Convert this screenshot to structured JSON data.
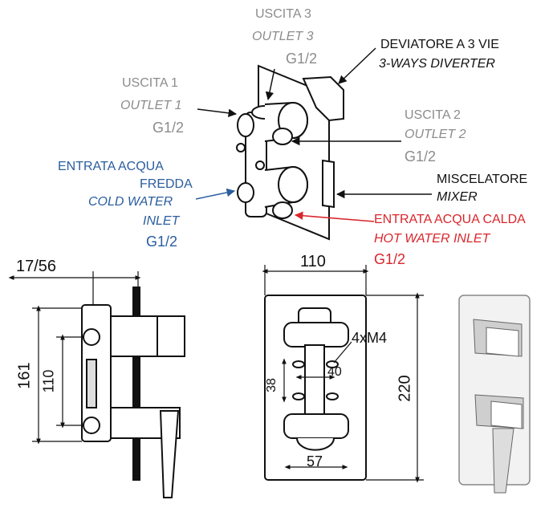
{
  "labels": {
    "outlet3": {
      "it": "USCITA 3",
      "en": "OUTLET 3",
      "size": "G1/2"
    },
    "diverter": {
      "it": "DEVIATORE A 3 VIE",
      "en": "3-WAYS DIVERTER"
    },
    "outlet1": {
      "it": "USCITA 1",
      "en": "OUTLET 1",
      "size": "G1/2"
    },
    "outlet2": {
      "it": "USCITA 2",
      "en": "OUTLET 2",
      "size": "G1/2"
    },
    "cold": {
      "it1": "ENTRATA ACQUA",
      "it2": "FREDDA",
      "en1": "COLD WATER",
      "en2": "INLET",
      "size": "G1/2"
    },
    "mixer": {
      "it": "MISCELATORE",
      "en": "MIXER"
    },
    "hot": {
      "it": "ENTRATA ACQUA CALDA",
      "en": "HOT WATER INLET",
      "size": "G1/2"
    }
  },
  "dimensions": {
    "depth": "17/56",
    "height_total": "161",
    "height_inner": "110",
    "width": "110",
    "screws": "4xM4",
    "h_spacing": "40",
    "v_spacing": "38",
    "plate_height": "220",
    "bottom_width": "57"
  },
  "colors": {
    "gray": "#8c8c8c",
    "blue": "#2a5d9f",
    "red": "#d9262c",
    "black": "#111111"
  }
}
